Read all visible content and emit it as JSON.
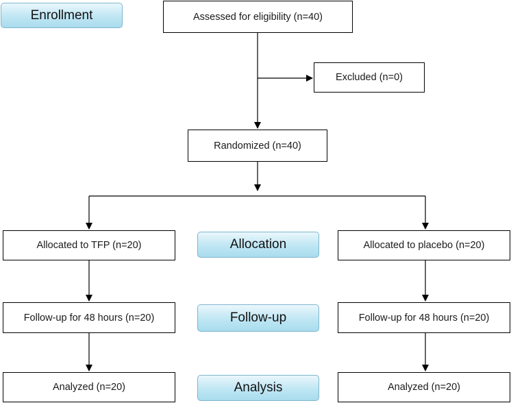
{
  "stages": {
    "enrollment": "Enrollment",
    "allocation": "Allocation",
    "followup": "Follow-up",
    "analysis": "Analysis"
  },
  "boxes": {
    "assessed": "Assessed for eligibility (n=40)",
    "excluded": "Excluded (n=0)",
    "randomized": "Randomized (n=40)",
    "allocated_tfp": "Allocated to TFP (n=20)",
    "allocated_placebo": "Allocated to placebo (n=20)",
    "followup_tfp": "Follow-up for 48 hours (n=20)",
    "followup_placebo": "Follow-up for 48 hours (n=20)",
    "analyzed_tfp": "Analyzed (n=20)",
    "analyzed_placebo": "Analyzed (n=20)"
  },
  "colors": {
    "stage_fill": "#bfe6f3",
    "stage_border": "#7fb6cc",
    "line": "#000000"
  }
}
